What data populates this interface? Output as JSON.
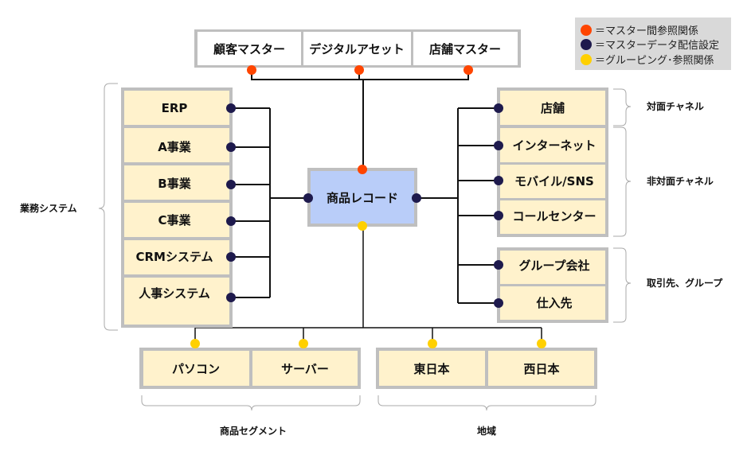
{
  "legend": [
    {
      "color": "#ff4500",
      "label": "＝マスター間参照関係"
    },
    {
      "color": "#1e1a4d",
      "label": "＝マスターデータ配信設定"
    },
    {
      "color": "#ffd000",
      "label": "＝グルーピング･参照関係"
    }
  ],
  "colors": {
    "node_fill": "#fff2cc",
    "center_fill": "#b9cdf9",
    "border": "#bfbfbf",
    "red": "#ff4500",
    "navy": "#1e1a4d",
    "yellow": "#ffd000"
  },
  "top_masters": [
    "顧客マスター",
    "デジタルアセット",
    "店舗マスター"
  ],
  "center": "商品レコード",
  "left_systems": [
    "ERP",
    "A事業",
    "B事業",
    "C事業",
    "CRMシステム",
    "人事システム"
  ],
  "left_group_label": "業務システム",
  "right_channels": [
    "店舗",
    "インターネット",
    "モバイル/SNS",
    "コールセンター",
    "グループ会社",
    "仕入先"
  ],
  "right_group_labels": [
    "対面チャネル",
    "非対面チャネル",
    "取引先、グループ"
  ],
  "bottom_segments": [
    "パソコン",
    "サーバー"
  ],
  "bottom_regions": [
    "東日本",
    "西日本"
  ],
  "bottom_group_labels": [
    "商品セグメント",
    "地域"
  ]
}
